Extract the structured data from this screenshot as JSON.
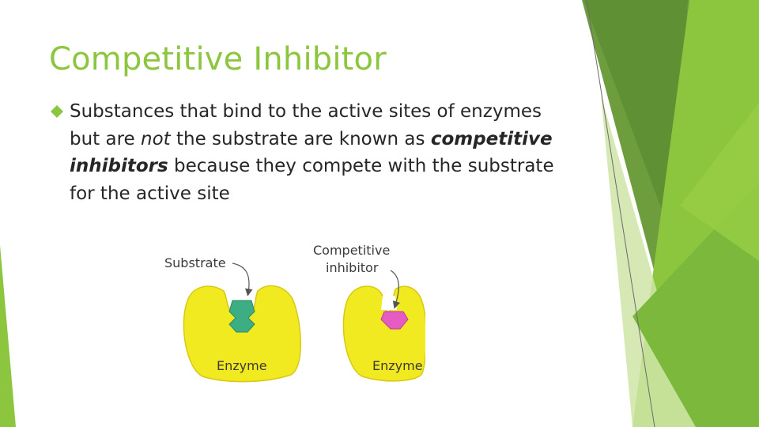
{
  "slide": {
    "title": "Competitive Inhibitor",
    "bullet": {
      "icon": "diamond-bullet-icon",
      "part1": "Substances that bind to the active sites of enzymes but are ",
      "emph1": "not",
      "part2": " the substrate are known as ",
      "emph2": "competitive inhibitors",
      "part3": " because they compete with the substrate for the active site"
    }
  },
  "figure": {
    "left_label": "Substrate",
    "right_label_line1": "Competitive",
    "right_label_line2": "inhibitor",
    "enzyme_left_label": "Enzyme",
    "enzyme_right_label": "Enzyme"
  },
  "colors": {
    "accent": "#8cc63e",
    "enzyme": "#f2ea20",
    "substrate": "#3dad84",
    "inhibitor": "#e65bc1",
    "text": "#262626"
  }
}
